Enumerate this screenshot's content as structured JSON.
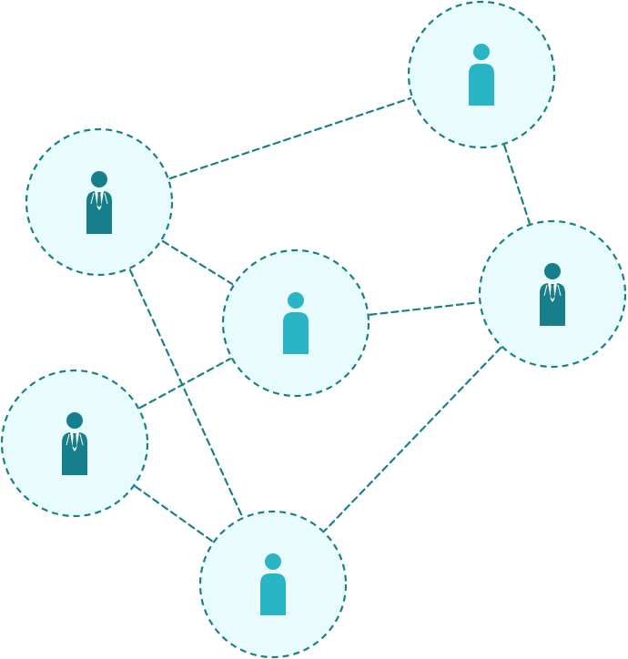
{
  "diagram": {
    "type": "network",
    "colors": {
      "node_fill": "#e8fbfd",
      "node_stroke": "#197f88",
      "edge_stroke": "#197f88",
      "person_business": "#177f8b",
      "person_casual": "#2ab5c4",
      "background": "#ffffff"
    },
    "nodes": [
      {
        "id": "node-top-right",
        "icon": "person-casual-icon"
      },
      {
        "id": "node-upper-left",
        "icon": "person-business-icon"
      },
      {
        "id": "node-center",
        "icon": "person-casual-icon"
      },
      {
        "id": "node-right",
        "icon": "person-business-icon"
      },
      {
        "id": "node-lower-left",
        "icon": "person-business-icon"
      },
      {
        "id": "node-bottom",
        "icon": "person-casual-icon"
      }
    ],
    "edges": [
      {
        "from": "node-upper-left",
        "to": "node-top-right"
      },
      {
        "from": "node-top-right",
        "to": "node-right"
      },
      {
        "from": "node-upper-left",
        "to": "node-center"
      },
      {
        "from": "node-center",
        "to": "node-right"
      },
      {
        "from": "node-upper-left",
        "to": "node-bottom"
      },
      {
        "from": "node-lower-left",
        "to": "node-center"
      },
      {
        "from": "node-lower-left",
        "to": "node-bottom"
      },
      {
        "from": "node-right",
        "to": "node-bottom"
      }
    ]
  }
}
